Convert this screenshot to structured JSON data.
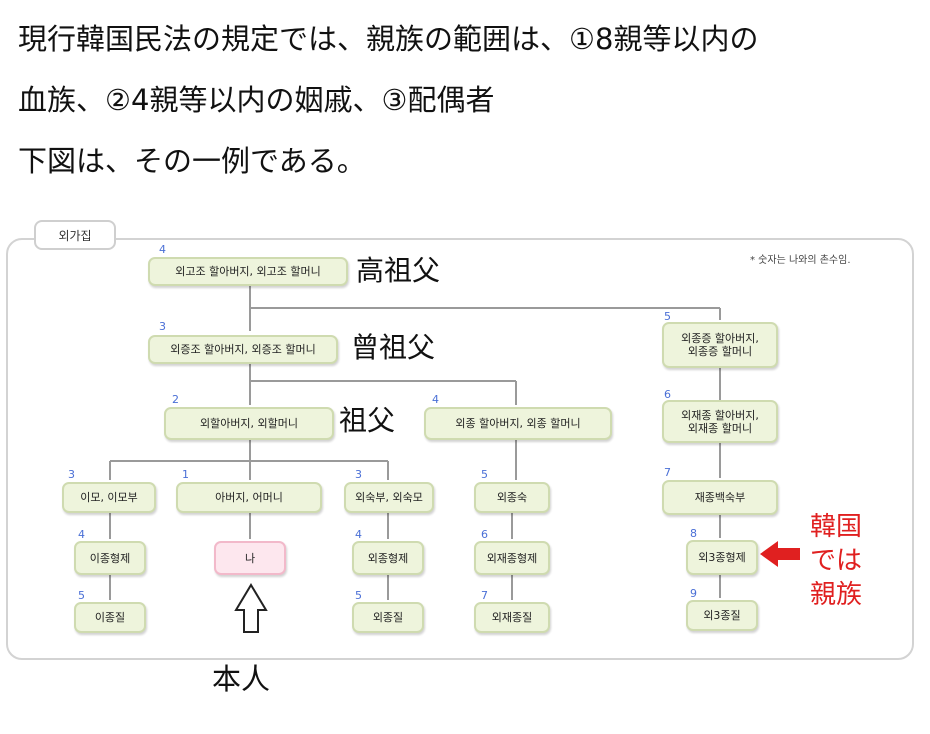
{
  "intro": {
    "line1": "現行韓国民法の規定では、親族の範囲は、①8親等以内の",
    "line2": "血族、②4親等以内の姻戚、③配偶者",
    "line3": "下図は、その一例である。"
  },
  "diagram": {
    "tab_label": "외가집",
    "note": "* 숫자는 나와의 촌수임.",
    "nodes": [
      {
        "id": "maternal-great-great-grandparents",
        "label": "외고조 할아버지, 외고조 할머니",
        "degree": "4"
      },
      {
        "id": "maternal-great-grandparents",
        "label": "외증조 할아버지, 외증조 할머니",
        "degree": "3"
      },
      {
        "id": "maternal-grandparents",
        "label": "외할아버지, 외할머니",
        "degree": "2"
      },
      {
        "id": "maternal-great-uncle",
        "label": "외종 할아버지, 외종 할머니",
        "degree": "4"
      },
      {
        "id": "maternal-great-grand-uncle",
        "label": "외종증 할아버지,\n외종증 할머니",
        "degree": "5"
      },
      {
        "id": "maternal-grand-uncle-2nd",
        "label": "외재종 할아버지,\n외재종 할머니",
        "degree": "6"
      },
      {
        "id": "aunt",
        "label": "이모, 이모부",
        "degree": "3"
      },
      {
        "id": "parents",
        "label": "아버지, 어머니",
        "degree": "1"
      },
      {
        "id": "uncle",
        "label": "외숙부, 외숙모",
        "degree": "3"
      },
      {
        "id": "mother-cousin",
        "label": "외종숙",
        "degree": "5"
      },
      {
        "id": "mother-second-cousin",
        "label": "재종백숙부",
        "degree": "7"
      },
      {
        "id": "aunt-children",
        "label": "이종형제",
        "degree": "4"
      },
      {
        "id": "self",
        "label": "나",
        "degree": ""
      },
      {
        "id": "uncle-children",
        "label": "외종형제",
        "degree": "4"
      },
      {
        "id": "mother-cousin-children",
        "label": "외재종형제",
        "degree": "6"
      },
      {
        "id": "third-cousins",
        "label": "외3종형제",
        "degree": "8"
      },
      {
        "id": "aunt-grandchildren",
        "label": "이종질",
        "degree": "5"
      },
      {
        "id": "uncle-grandchildren",
        "label": "외종질",
        "degree": "5"
      },
      {
        "id": "mother-cousin-grandchildren",
        "label": "외재종질",
        "degree": "7"
      },
      {
        "id": "third-cousin-children",
        "label": "외3종질",
        "degree": "9"
      }
    ]
  },
  "annotations": {
    "great_great_grandfather": "高祖父",
    "great_grandfather": "曾祖父",
    "grandfather": "祖父",
    "korean_relative": "韓国では親族",
    "self": "本人"
  },
  "colors": {
    "node_fill": "#eef4dc",
    "node_border": "#cfdbb0",
    "self_fill": "#fde7ee",
    "degree_number": "#4a6fd6",
    "red_annotation": "#e02020"
  }
}
